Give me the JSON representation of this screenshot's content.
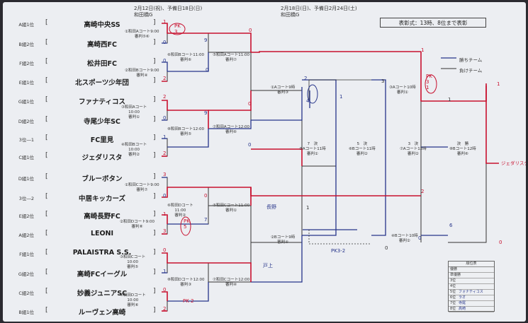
{
  "header": {
    "date1": "2月12日(祝)、予備日18日(日)",
    "venue1": "和田橋G",
    "date2": "2月18日(日)、予備日2月24日(土)",
    "venue2": "和田橋G",
    "format": "表彰式：13時、8位まで表彰"
  },
  "legend": {
    "win": "勝ちチーム",
    "lose": "負けチーム"
  },
  "teams": [
    {
      "seed": "A組1位",
      "name": "高崎中央SS"
    },
    {
      "seed": "B組2位",
      "name": "高崎西FC"
    },
    {
      "seed": "F組2位",
      "name": "松井田FC"
    },
    {
      "seed": "E組1位",
      "name": "北スポーツ少年団"
    },
    {
      "seed": "G組1位",
      "name": "ファナティコス"
    },
    {
      "seed": "D組2位",
      "name": "寺尾少年SC"
    },
    {
      "seed": "3位―1",
      "name": "FC里見"
    },
    {
      "seed": "C組1位",
      "name": "ジェダリスタ"
    },
    {
      "seed": "D組1位",
      "name": "ブルーボタン"
    },
    {
      "seed": "3位―2",
      "name": "中居キッカーズ"
    },
    {
      "seed": "E組2位",
      "name": "高崎長野FC"
    },
    {
      "seed": "A組2位",
      "name": "LEONI"
    },
    {
      "seed": "F組1位",
      "name": "PALAISTRA S.S."
    },
    {
      "seed": "G組2位",
      "name": "高崎FCイーグル"
    },
    {
      "seed": "C組2位",
      "name": "妙義ジュニアSC"
    },
    {
      "seed": "B組1位",
      "name": "ルーヴェン高崎"
    }
  ],
  "matches": {
    "m1": {
      "l1": "①和田Aコート9:00",
      "l2": "審判⑤⑥"
    },
    "m2": {
      "l1": "②和田Bコート9:00",
      "l2": "審判④"
    },
    "m3": {
      "l1": "③和田Aコート",
      "l2": "10:00",
      "l3": "審判①"
    },
    "m4": {
      "l1": "④和田Bコート",
      "l2": "10:00",
      "l3": "審判②"
    },
    "m5": {
      "l1": "①和田Cコート9:00",
      "l2": "審判⑦"
    },
    "m6": {
      "l1": "②和田Dコート9:00",
      "l2": "審判⑧"
    },
    "m7": {
      "l1": "③和田Cコート",
      "l2": "10:00",
      "l3": "審判⑤"
    },
    "m8": {
      "l1": "④和田Dコート",
      "l2": "10:00",
      "l3": "審判⑥"
    },
    "q1": {
      "l1": "⑥和田Bコート11:00",
      "l2": "審判⑥"
    },
    "q2": {
      "l1": "⑤和田Aコート11:00",
      "l2": "審判⑦"
    },
    "q3": {
      "l1": "⑧和田Bコート12:00",
      "l2": "審判⑤"
    },
    "q4": {
      "l1": "⑦和田Aコート12:00",
      "l2": "審判⑥"
    },
    "q5": {
      "l1": "⑥和田Dコート",
      "l2": "11:00",
      "l3": "審判②"
    },
    "q6": {
      "l1": "⑤和田Cコート11:00",
      "l2": "審判①"
    },
    "q7": {
      "l1": "⑧和田Dコート12:00",
      "l2": "審判③"
    },
    "q8": {
      "l1": "⑦和田Cコート12:00",
      "l2": "審判④"
    },
    "s1": {
      "l1": "①Aコート9時",
      "l2": "審判③"
    },
    "s2": {
      "l1": "②Bコート9時",
      "l2": "審判④"
    },
    "p7": {
      "l1": "7　決",
      "l2": "⑤Aコート11時",
      "l3": "審判①"
    },
    "p5": {
      "l1": "5　決",
      "l2": "⑥Bコート11時",
      "l3": "審判②"
    },
    "p3": {
      "l1": "3　決",
      "l2": "⑦Aコート12時",
      "l3": "審判②"
    },
    "sf1": {
      "l1": "③Aコート10時",
      "l2": "審判①"
    },
    "sf2": {
      "l1": "④Bコート10時",
      "l2": "審判②"
    },
    "fin": {
      "l1": "決　勝",
      "l2": "⑧Bコート12時",
      "l3": "審判⑥"
    }
  },
  "scores": {
    "r1": [
      "1",
      "0",
      "0",
      "2",
      "2",
      "0",
      "1",
      "2",
      "3",
      "0",
      "1",
      "3",
      "0",
      "1",
      "0",
      "2"
    ],
    "qf": [
      "0",
      "9",
      "0",
      "0",
      "9",
      "0",
      "0",
      "7"
    ],
    "pk": [
      "PK\n3",
      "PK\n5",
      "PK 2"
    ],
    "sf": [
      "4",
      "2",
      "3",
      "1",
      "1",
      "0",
      "2",
      "1"
    ],
    "final": [
      "1",
      "0",
      "1",
      "6",
      "0"
    ],
    "winner": "ジェダリスタ",
    "notes": [
      "長野",
      "戸上",
      "PK3-2",
      "PK\n3\n1"
    ]
  },
  "ranking": {
    "title": "順位表",
    "rows": [
      "優勝",
      "準優勝",
      "3位",
      "4位",
      "5位",
      "6位",
      "7位",
      "8位"
    ],
    "hand": [
      "",
      "",
      "",
      "",
      "フォナティコス",
      "ラオ",
      "寺尾",
      "高崎"
    ]
  }
}
